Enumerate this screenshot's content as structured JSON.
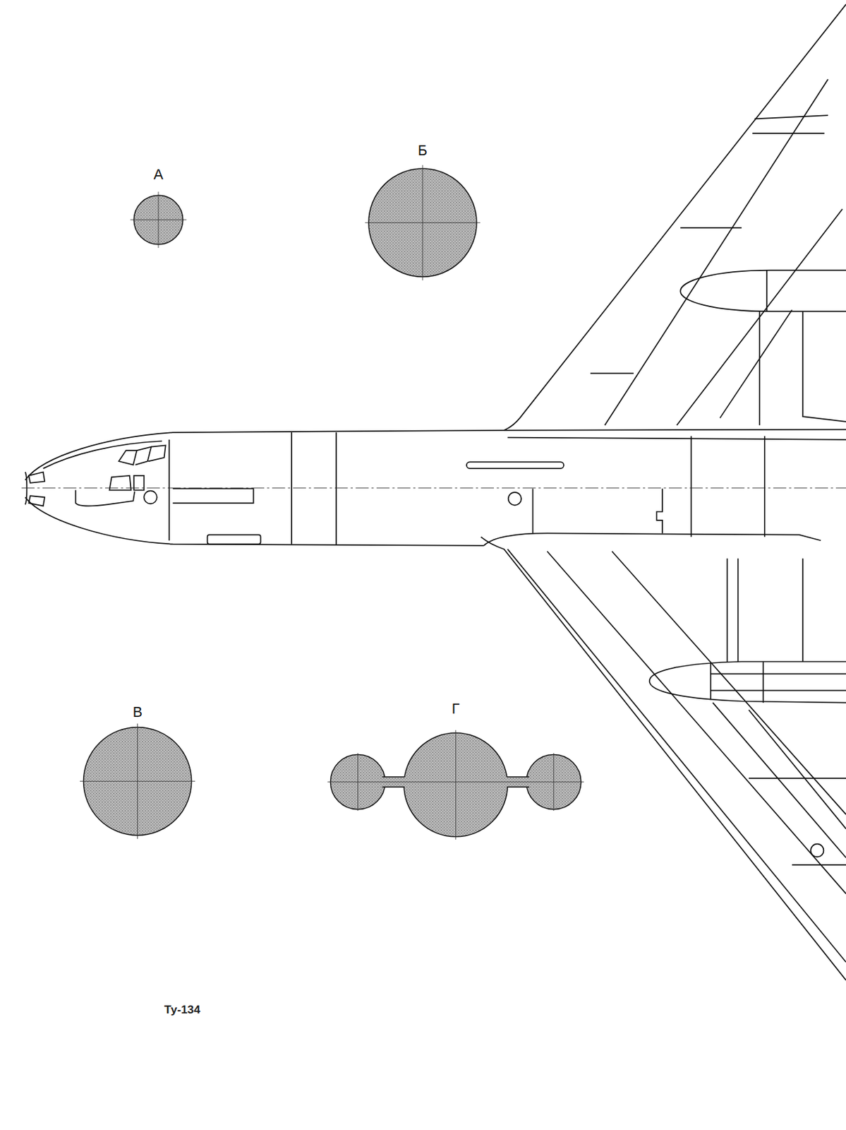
{
  "diagram": {
    "nodes": [
      {
        "text": [
          "А"
        ]
      },
      {
        "text": [
          "Б"
        ]
      },
      {
        "text": [
          "В"
        ]
      },
      {
        "text": [
          "Г"
        ]
      }
    ],
    "labels": [
      "Ту-134"
    ]
  }
}
